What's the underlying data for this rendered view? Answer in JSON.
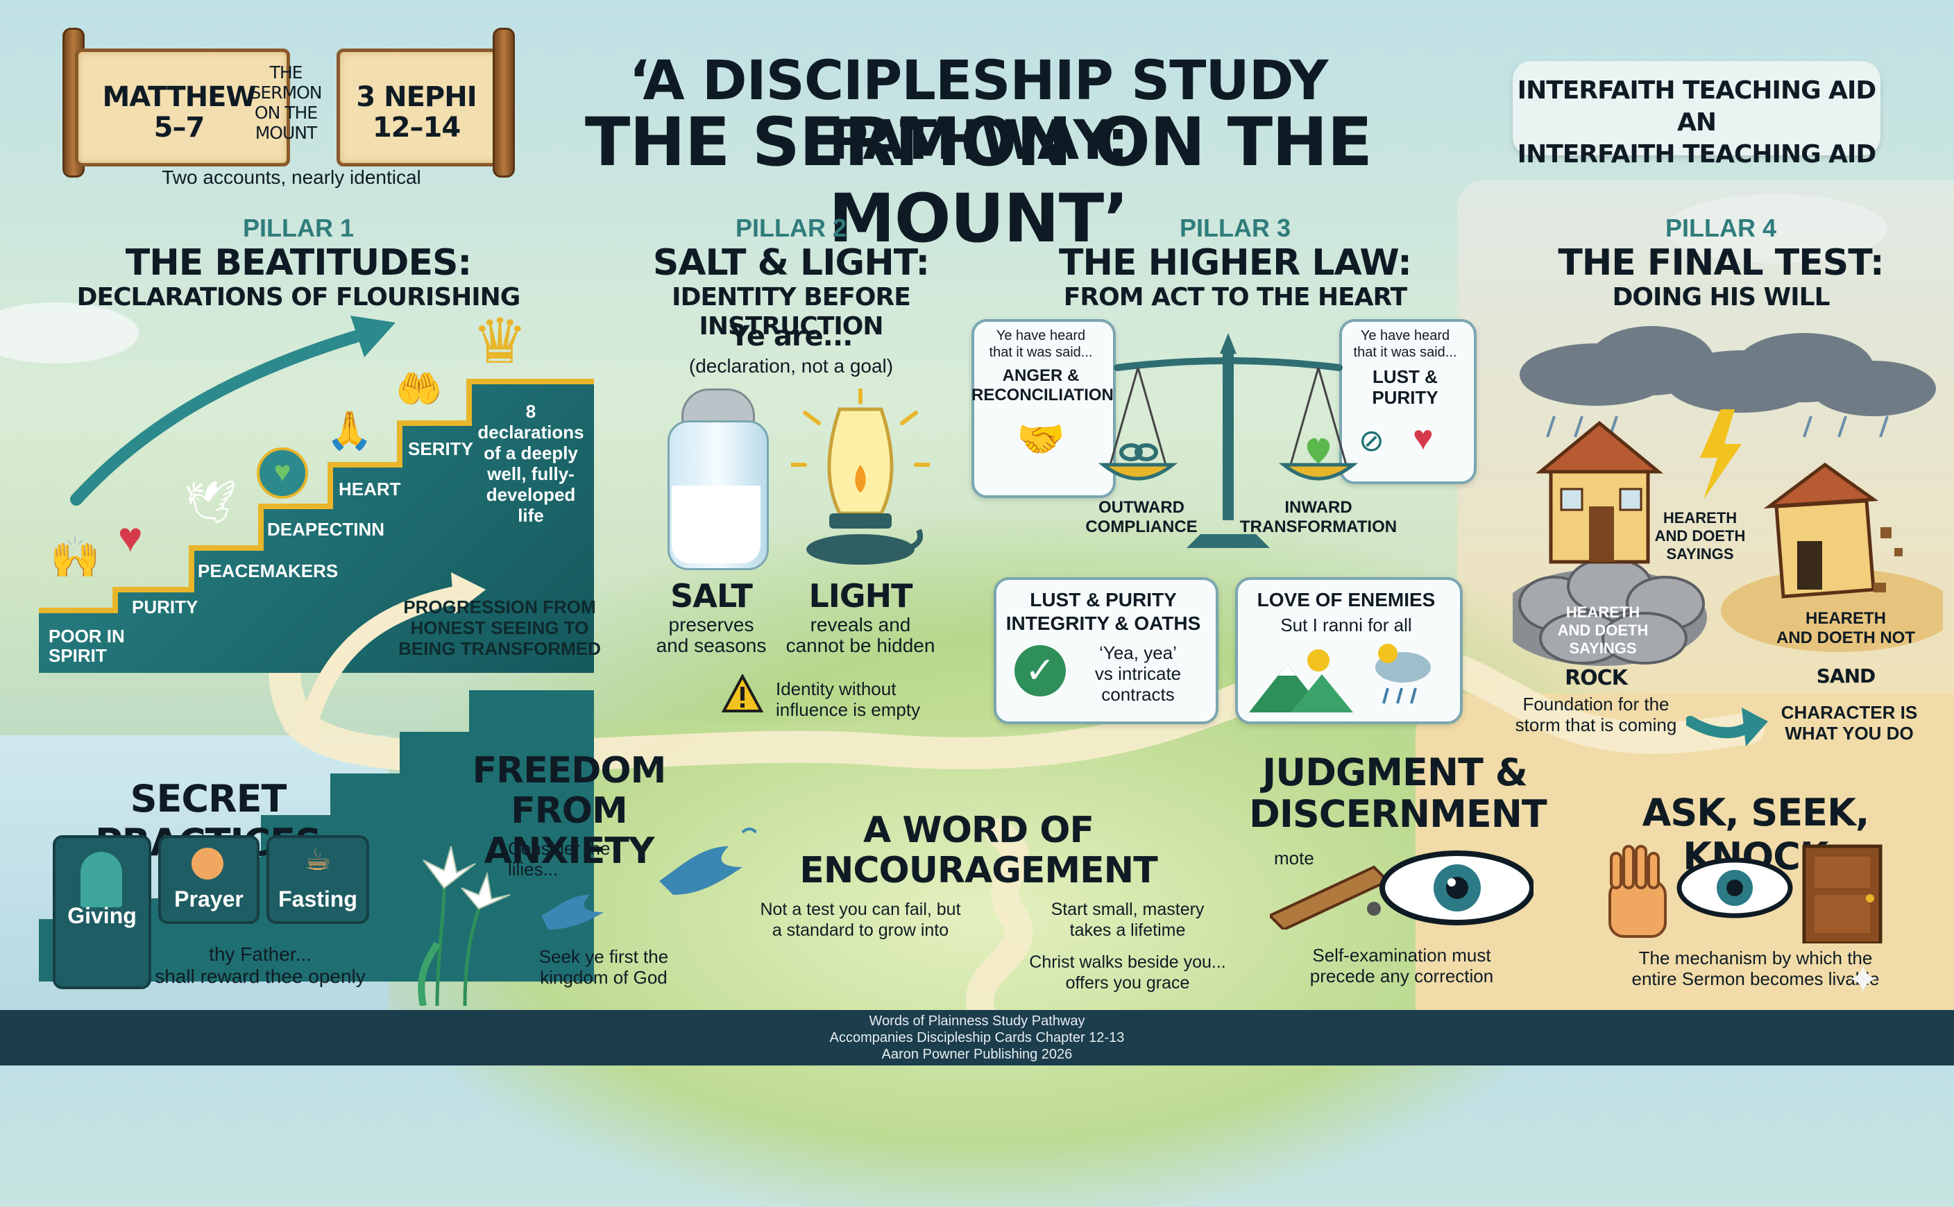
{
  "header": {
    "scroll_left": "MATTHEW\n5–7",
    "scroll_middle": "THE\nSERMON\nON THE\nMOUNT",
    "scroll_right": "3 NEPHI\n12–14",
    "scroll_caption": "Two accounts, nearly identical",
    "title_line1": "‘A DISCIPLESHIP STUDY PATHWAY:",
    "title_line2": "THE SERMON ON THE MOUNT’",
    "aid_badge": "INTERFAITH TEACHING AID AN\nINTERFAITH TEACHING AID"
  },
  "pillar1": {
    "label": "PILLAR 1",
    "title": "THE BEATITUDES:",
    "subtitle": "DECLARATIONS OF FLOURISHING",
    "steps": [
      "POOR IN\nSPIRIT",
      "PURITY",
      "PEACEMAKERS",
      "DEAPECTINN",
      "HEART",
      "SERITY"
    ],
    "top_box": "8 declarations\nof a deeply\nwell, fully-\ndeveloped life",
    "progression": "PROGRESSION FROM\nHONEST SEEING TO\nBEING TRANSFORMED"
  },
  "pillar2": {
    "label": "PILLAR 2",
    "title": "SALT & LIGHT:",
    "subtitle": "IDENTITY BEFORE INSTRUCTION",
    "ye_are": "Ye are...",
    "ye_are_note": "(declaration, not a goal)",
    "salt_title": "SALT",
    "salt_desc": "preserves\nand seasons",
    "light_title": "LIGHT",
    "light_desc": "reveals and\ncannot be hidden",
    "warning": "Identity without\ninfluence is empty"
  },
  "pillar3": {
    "label": "PILLAR 3",
    "title": "THE HIGHER LAW:",
    "subtitle": "FROM ACT TO THE HEART",
    "bubble_left_intro": "Ye have heard\nthat it was said...",
    "bubble_left_title": "ANGER &\nRECONCILIATION",
    "bubble_right_intro": "Ye have heard\nthat it was said...",
    "bubble_right_title": "LUST &\nPURITY",
    "outward": "OUTWARD\nCOMPLIANCE",
    "inward": "INWARD\nTRANSFORMATION",
    "card_left_title": "LUST & PURITY\nINTEGRITY & OATHS",
    "card_left_body": "‘Yea, yea’\nvs intricate\ncontracts",
    "card_right_title": "LOVE OF ENEMIES",
    "card_right_body": "Sut I ranni for all"
  },
  "pillar4": {
    "label": "PILLAR 4",
    "title": "THE FINAL TEST:",
    "subtitle": "DOING HIS WILL",
    "house1_label": "HEARETH\nAND DOETH\nSAYINGS",
    "rock_label": "HEARETH\nAND DOETH\nSAYINGS",
    "rock": "ROCK",
    "rock_desc": "Foundation for the\nstorm that is coming",
    "house2_label": "HEARETH\nAND DOETH NOT",
    "sand": "SAND",
    "character": "CHARACTER IS\nWHAT YOU DO"
  },
  "secret": {
    "title": "SECRET PRACTICES",
    "items": [
      "Giving",
      "Prayer",
      "Fasting"
    ],
    "caption": "thy Father...\nshall reward thee openly"
  },
  "freedom": {
    "title": "FREEDOM\nFROM ANXIETY",
    "lilies": "Consider the\nlilies...",
    "seek": "Seek ye first the\nkingdom of God"
  },
  "encouragement": {
    "title": "A WORD OF\nENCOURAGEMENT",
    "left": "Not a test you can fail, but\na standard to grow into",
    "right1": "Start small, mastery\ntakes a lifetime",
    "right2": "Christ walks beside you...\noffers you grace"
  },
  "judgment": {
    "title": "JUDGMENT &\nDISCERNMENT",
    "mote": "mote",
    "caption": "Self-examination must\nprecede any correction"
  },
  "ask": {
    "title": "ASK, SEEK, KNOCK",
    "caption": "The mechanism by which the\nentire Sermon becomes livable"
  },
  "footer": {
    "line1": "Words of Plainness Study Pathway",
    "line2": "Accompanies Discipleship Cards Chapter 12-13",
    "line3": "Aaron Powner Publishing 2026"
  },
  "colors": {
    "teal": "#1f6f72",
    "teal_label": "#2f7c7c",
    "navy_footer": "#1c3d4c",
    "sand": "#f1dba8",
    "gold": "#e8b52b"
  }
}
